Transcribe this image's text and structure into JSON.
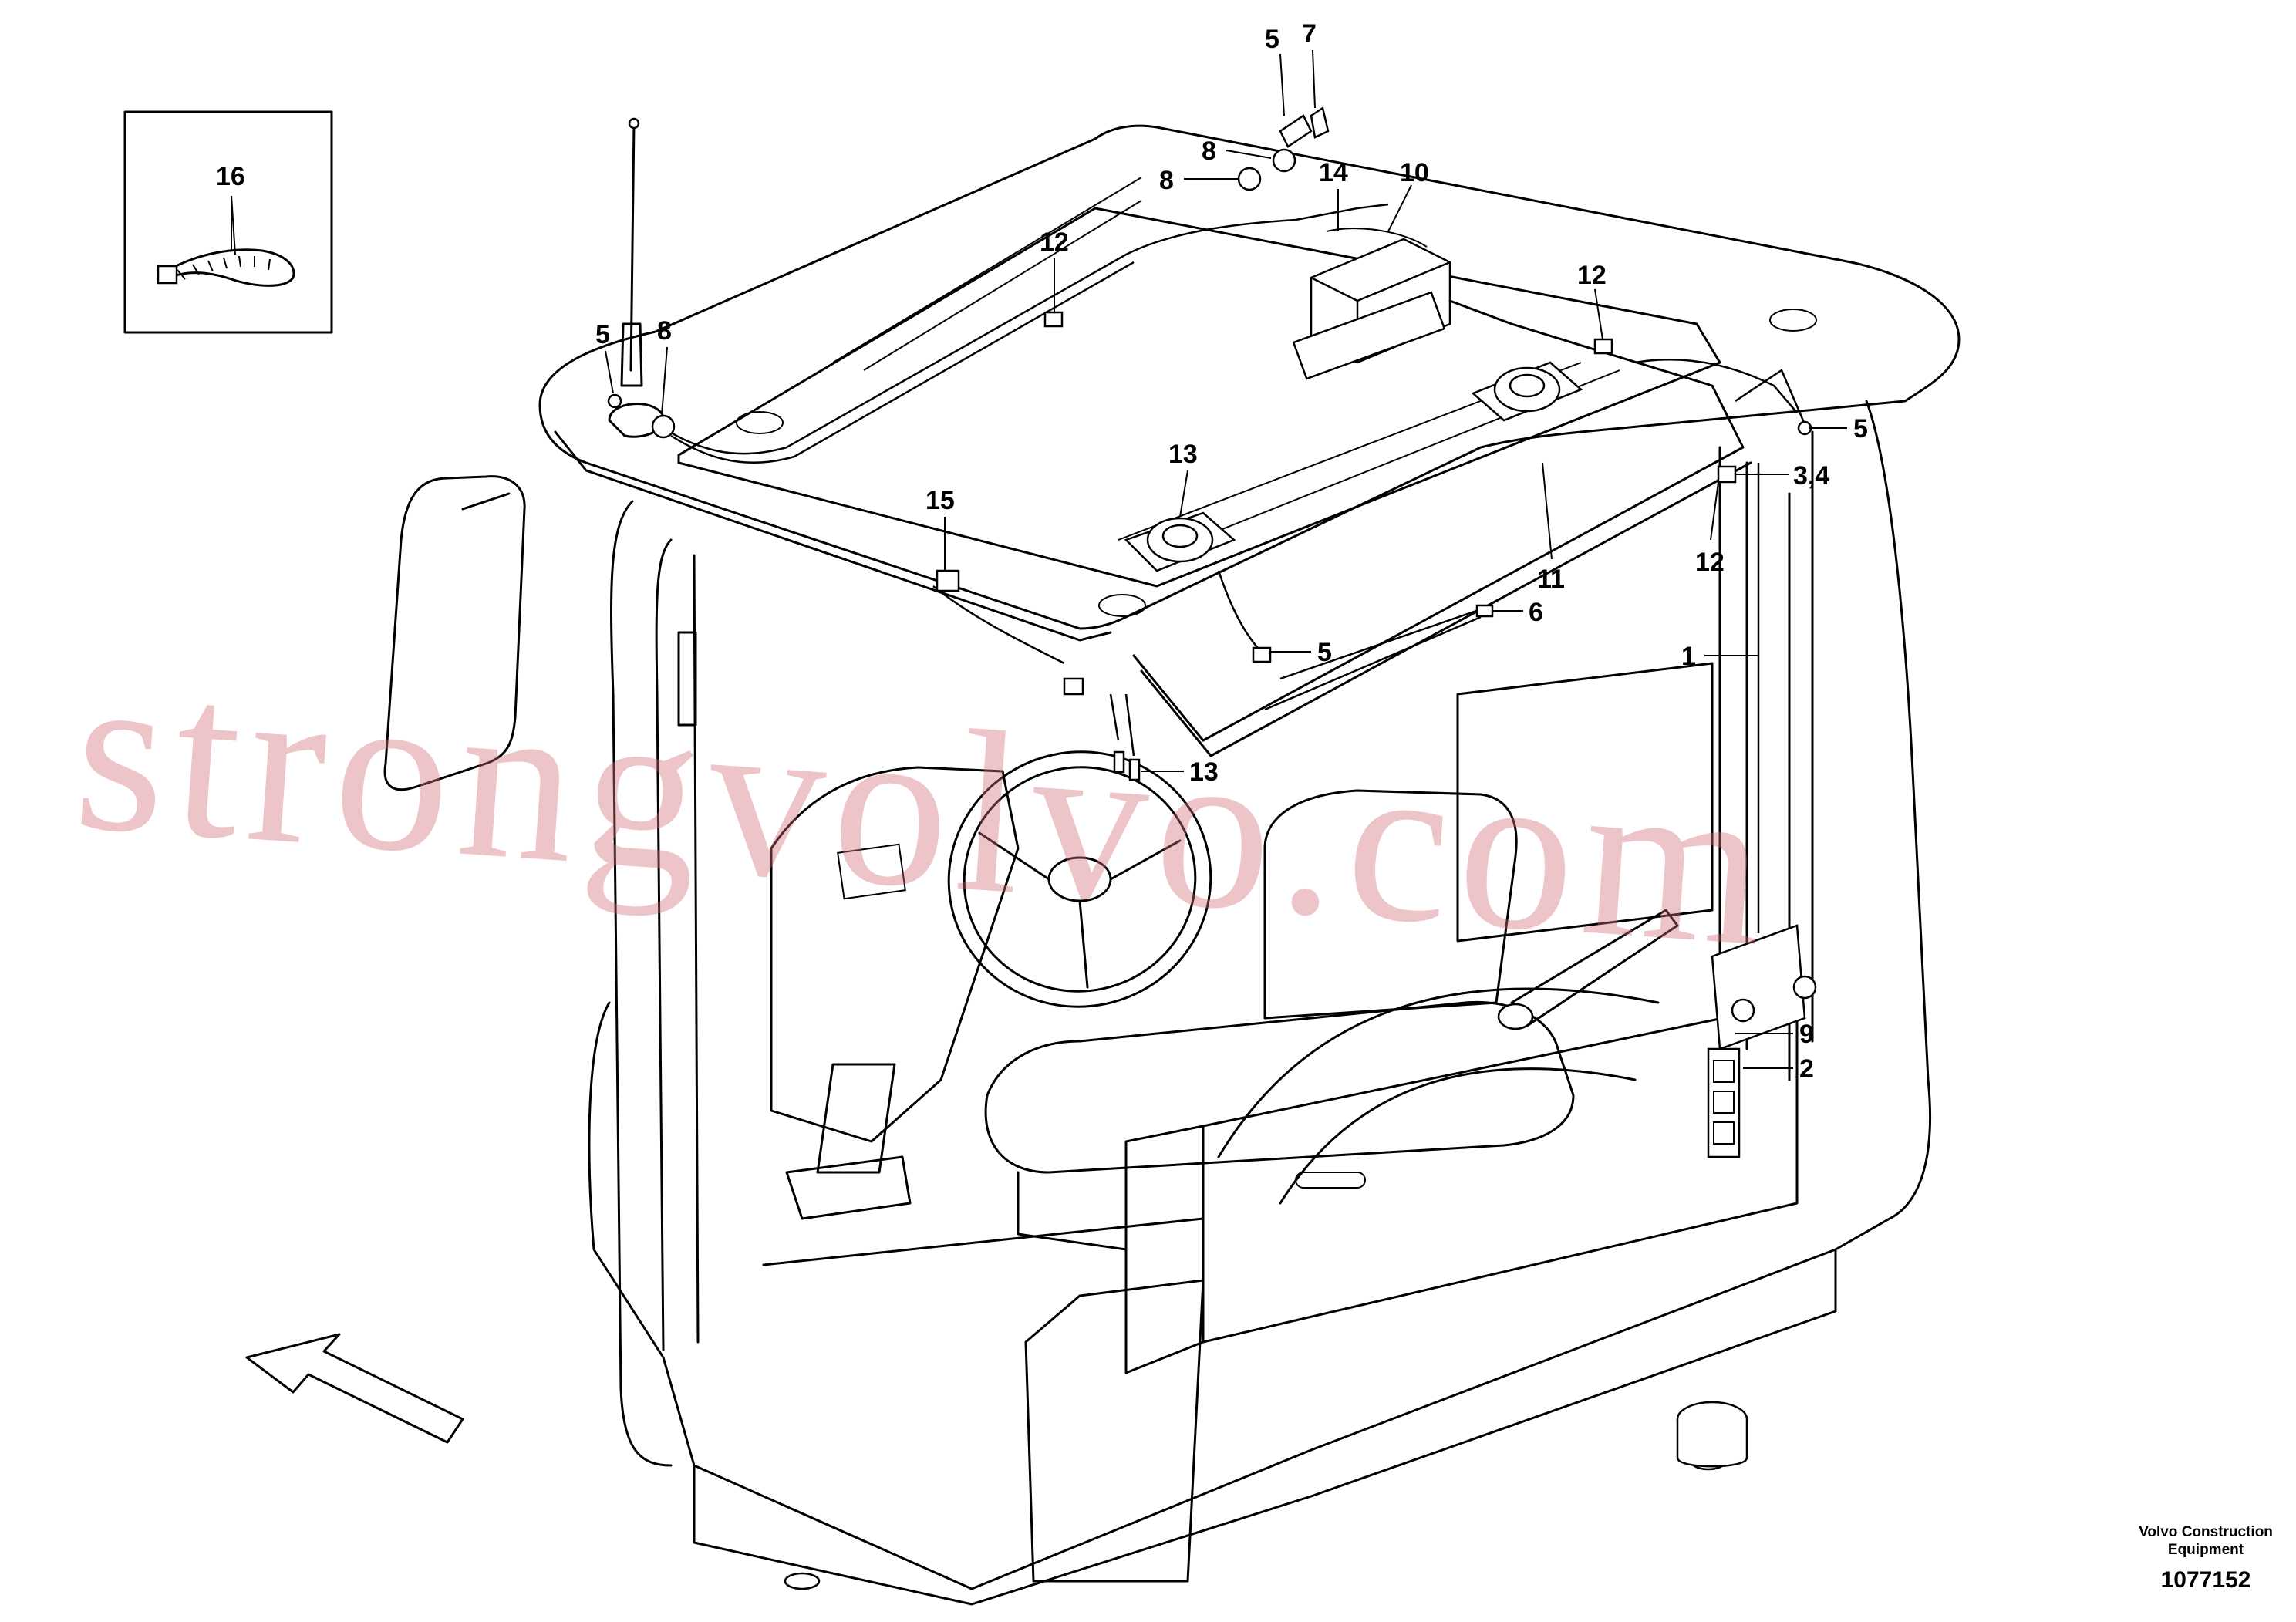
{
  "callouts": {
    "c1": "1",
    "c2": "2",
    "c34": "3,4",
    "c5a": "5",
    "c5b": "5",
    "c5c": "5",
    "c5d": "5",
    "c6": "6",
    "c7": "7",
    "c8a": "8",
    "c8b": "8",
    "c8c": "8",
    "c9": "9",
    "c10": "10",
    "c11": "11",
    "c12a": "12",
    "c12b": "12",
    "c12c": "12",
    "c13a": "13",
    "c13b": "13",
    "c14": "14",
    "c15": "15",
    "c16": "16"
  },
  "footer": {
    "brand_line1": "Volvo Construction",
    "brand_line2": "Equipment",
    "drawing_number": "1077152"
  },
  "watermark": {
    "text": "strongvolvo.com"
  },
  "colors": {
    "ink": "#000000",
    "background": "#ffffff",
    "watermark": "#d26e78"
  }
}
